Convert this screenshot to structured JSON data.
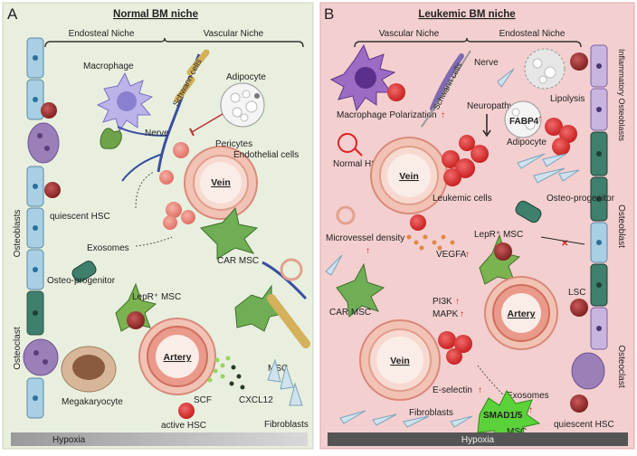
{
  "panels": {
    "a": {
      "letter": "A",
      "title": "Normal BM niche",
      "headers": {
        "endosteal": "Endosteal Niche",
        "vascular": "Vascular Niche"
      },
      "side_labels": {
        "osteoblasts": "Osteoblasts",
        "osteoclast": "Osteoclast"
      },
      "labels": {
        "macrophage": "Macrophage",
        "schwann": "Schwann cells",
        "nerve": "Nerve",
        "adipocyte": "Adipocyte",
        "pericytes": "Pericytes",
        "endothelial": "Endothelial cells",
        "vein": "Vein",
        "quiescent_hsc": "quiescent HSC",
        "exosomes": "Exosomes",
        "car_msc": "CAR MSC",
        "osteoprogenitor": "Osteo-progenitor",
        "lepr_msc": "LepR⁺ MSC",
        "artery": "Artery",
        "msc": "MSC",
        "megakaryocyte": "Megakaryocyte",
        "scf": "SCF",
        "cxcl12": "CXCL12",
        "active_hsc": "active HSC",
        "fibroblasts": "Fibroblasts"
      },
      "bottom_bar": "Hypoxia"
    },
    "b": {
      "letter": "B",
      "title": "Leukemic BM niche",
      "headers": {
        "vascular": "Vascular Niche",
        "endosteal": "Endosteal Niche"
      },
      "side_labels": {
        "inflammatory": "Inflammatory Osteoblasts",
        "osteoblast": "Osteoblast",
        "osteoclast": "Osteoclast"
      },
      "labels": {
        "schwann": "Schwann cells",
        "nerve": "Nerve",
        "lipolysis": "Lipolysis",
        "macrophage": "Macrophage Polarization",
        "neuropathy": "Neuropathy",
        "fabp4": "FABP4",
        "adipocyte": "Adipocyte",
        "normal_hsc": "Normal HSC",
        "vein": "Vein",
        "leukemic": "Leukemic cells",
        "osteoprogenitor": "Osteo-progenitor",
        "microvessel": "Microvessel density",
        "vegfa": "VEGFA",
        "lepr_msc": "LepR⁺ MSC",
        "car_msc": "CAR MSC",
        "pi3k": "PI3K",
        "mapk": "MAPK",
        "artery": "Artery",
        "lsc": "LSC",
        "vein2": "Vein",
        "eselectin": "E-selectin",
        "exosomes": "Exosomes",
        "smad": "SMAD1/5",
        "msc": "MSC",
        "fibroblasts": "Fibroblasts",
        "quiescent_hsc": "quiescent HSC"
      },
      "bottom_bar": "Hypoxia"
    }
  },
  "colors": {
    "panel_a_bg": "#e8efdf",
    "panel_b_bg": "#f3cfcf",
    "red_cell": "#d92b2b",
    "purple_cell": "#8a6fc4",
    "green_cell": "#6fa34a",
    "vessel_wall": "#e9a08a",
    "osteoblast_blue": "#a8cfe3",
    "osteoblast_green": "#3f7f6d",
    "nerve_blue": "#3a4fa0"
  }
}
